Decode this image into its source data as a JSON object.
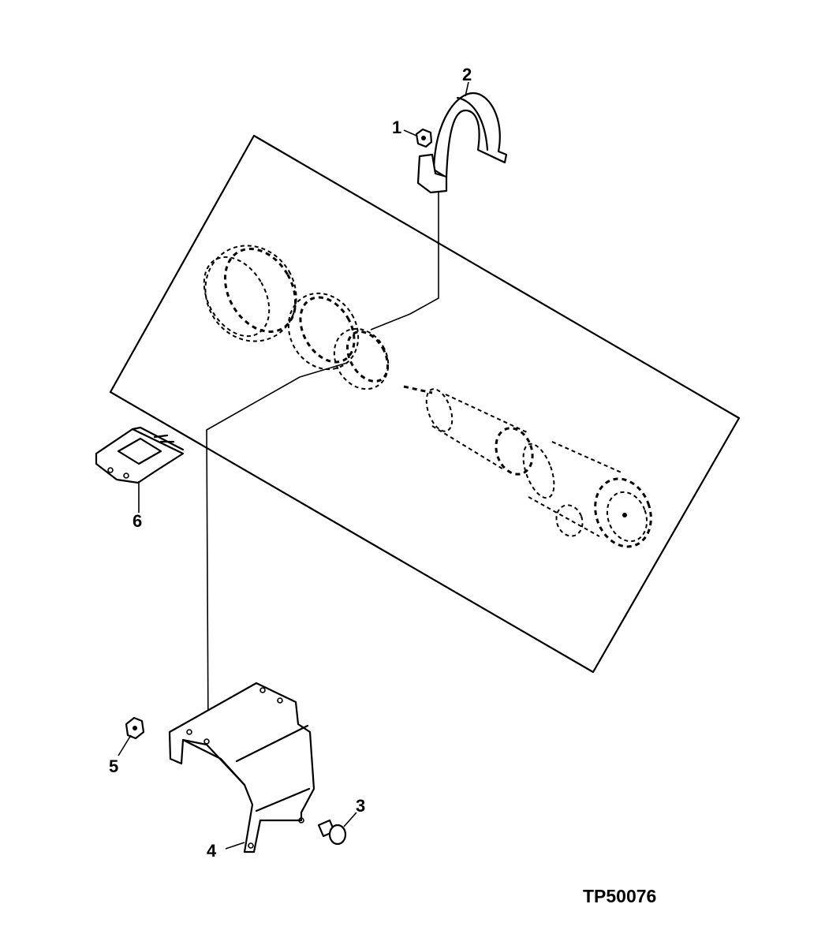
{
  "figure": {
    "id": "TP50076"
  },
  "callouts": [
    {
      "number": "1",
      "part": "nut"
    },
    {
      "number": "2",
      "part": "strap-clamp"
    },
    {
      "number": "3",
      "part": "bolt"
    },
    {
      "number": "4",
      "part": "guard-shield"
    },
    {
      "number": "5",
      "part": "nut"
    },
    {
      "number": "6",
      "part": "bracket"
    }
  ]
}
